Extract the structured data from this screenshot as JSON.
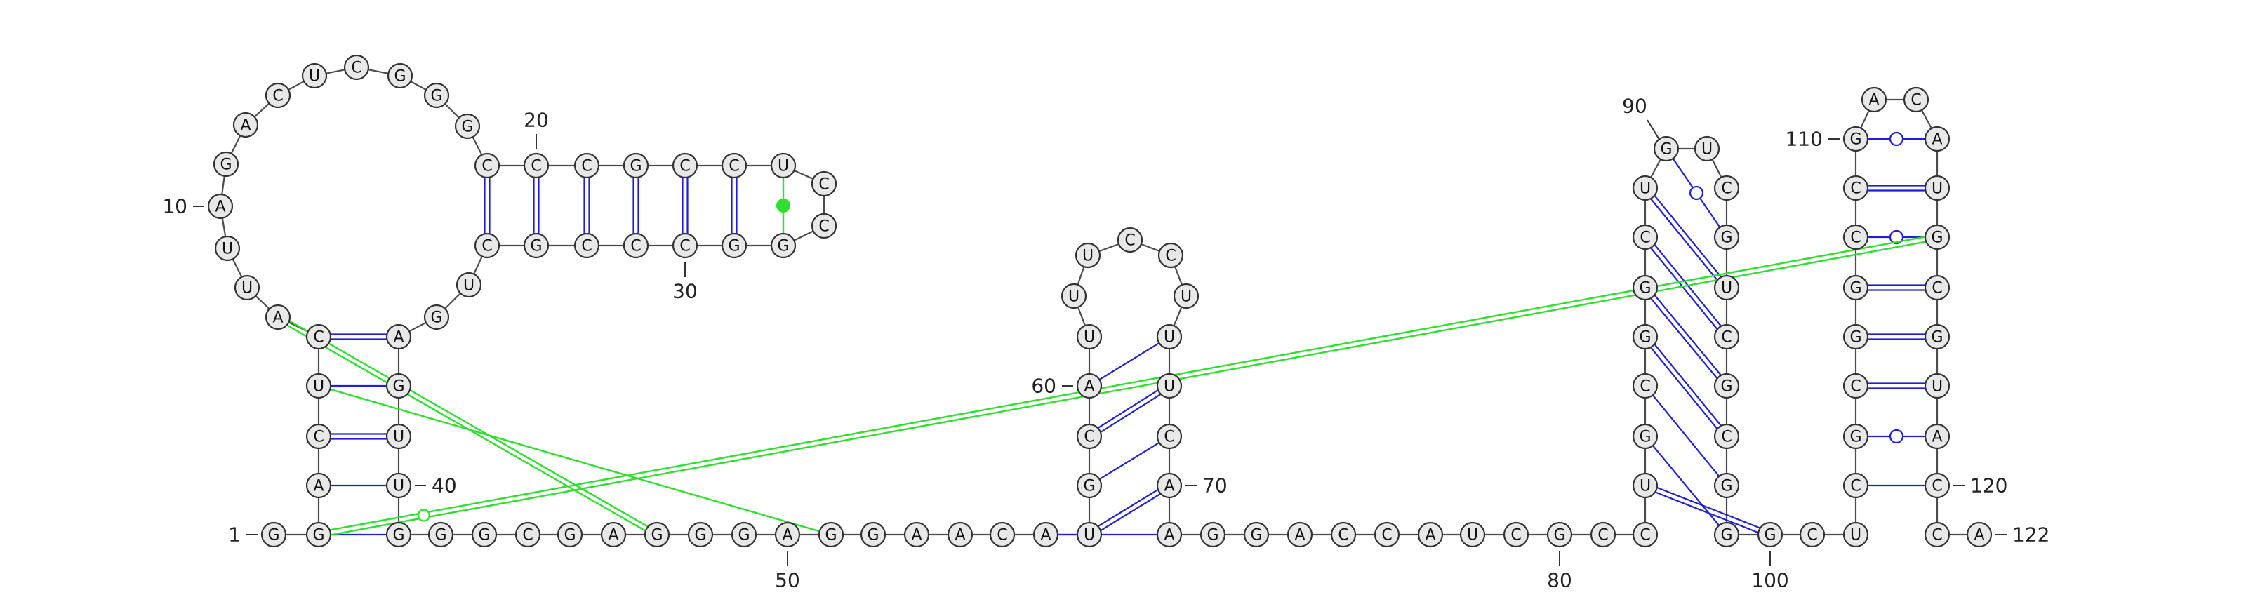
{
  "sequence": "GGACUCAUUAGACUCGGGCCCGCCUCCGGCCCGCUGAGUUGGGCGAGGGAGGAACAUGCAUUUCCUUUCAAGGACCAUCGCCUGCGGCUGUCGUCGCGGGCUCGCGGCCGACAUGCGUACCAUCC",
  "residue_count": "122",
  "position_labels": [
    {
      "n": 1,
      "text": "1"
    },
    {
      "n": 10,
      "text": "10"
    },
    {
      "n": 20,
      "text": "20"
    },
    {
      "n": 30,
      "text": "30"
    },
    {
      "n": 40,
      "text": "40"
    },
    {
      "n": 50,
      "text": "50"
    },
    {
      "n": 60,
      "text": "60"
    },
    {
      "n": 70,
      "text": "70"
    },
    {
      "n": 80,
      "text": "80"
    },
    {
      "n": 90,
      "text": "90"
    },
    {
      "n": 100,
      "text": "100"
    },
    {
      "n": 110,
      "text": "110"
    },
    {
      "n": 120,
      "text": "120"
    },
    {
      "n": 122,
      "text": "122"
    }
  ],
  "colors": {
    "canonical_pair": "#1f1fd6",
    "noncanonical_pair": "#1f1fd6",
    "pseudoknot": "#2ee02e",
    "nucleotide_fill": "#e8e8e8"
  }
}
